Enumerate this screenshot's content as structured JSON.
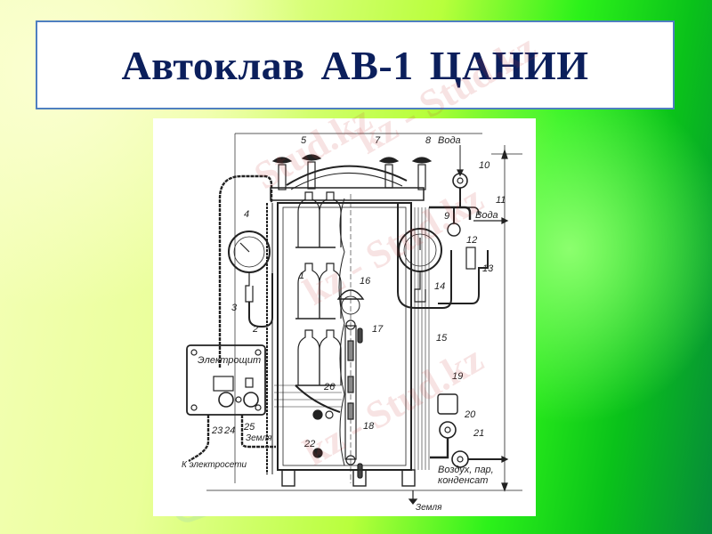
{
  "slide": {
    "title": "Автоклав АВ-1  ЦАНИИ",
    "colors": {
      "title_text": "#0b1f5c",
      "title_border": "#4f7fc0",
      "bg_left": "#f4ffb8",
      "bg_mid": "#2cf21a",
      "bg_right": "#068a3a"
    }
  },
  "diagram": {
    "subject": "Autoclave AV-1 schematic",
    "part_numbers": [
      "1",
      "2",
      "3",
      "4",
      "5",
      "7",
      "8",
      "9",
      "10",
      "11",
      "12",
      "13",
      "14",
      "15",
      "16",
      "17",
      "18",
      "19",
      "20",
      "21",
      "22",
      "23",
      "24",
      "25",
      "26"
    ],
    "labels": {
      "water_in": "Вода",
      "water_out": "Вода",
      "panel": "Электрощит",
      "ground_panel": "Земля",
      "to_mains": "К электросети",
      "outlet_line1": "Воздух, пар,",
      "outlet_line2": "конденсат",
      "ground_bottom": "Земля"
    },
    "numbers": {
      "n1": "1",
      "n2": "2",
      "n3": "3",
      "n4": "4",
      "n5": "5",
      "n7": "7",
      "n8": "8",
      "n9": "9",
      "n10": "10",
      "n11": "11",
      "n12": "12",
      "n13": "13",
      "n14": "14",
      "n15": "15",
      "n16": "16",
      "n17": "17",
      "n18": "18",
      "n19": "19",
      "n20": "20",
      "n21": "21",
      "n22": "22",
      "n23": "23",
      "n24": "24",
      "n25": "25",
      "n26": "26"
    }
  },
  "watermark": {
    "text": "Stud.kz",
    "text2": "kz - Stud.kz"
  }
}
